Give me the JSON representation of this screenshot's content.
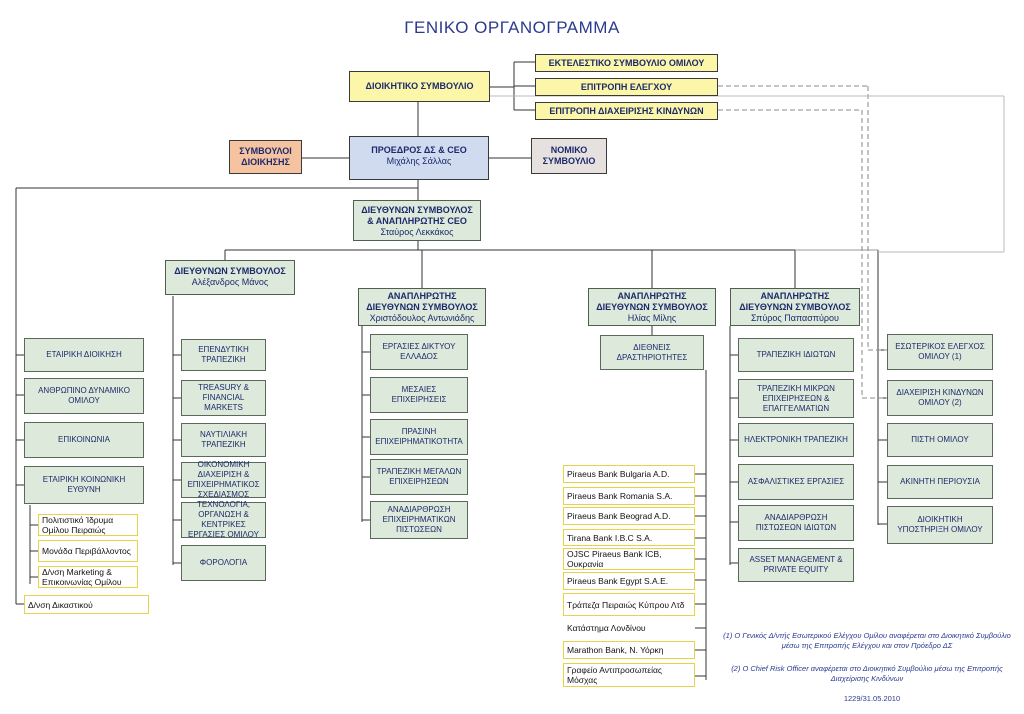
{
  "title": "ΓΕΝΙΚΟ ΟΡΓΑΝΟΓΡΑΜΜΑ",
  "board": "ΔΙΟΙΚΗΤΙΚΟ ΣΥΜΒΟΥΛΙΟ",
  "committees": [
    "ΕΚΤΕΛΕΣΤΙΚΟ ΣΥΜΒΟΥΛΙΟ ΟΜΙΛΟΥ",
    "ΕΠΙΤΡΟΠΗ ΕΛΕΓΧΟΥ",
    "ΕΠΙΤΡΟΠΗ ΔΙΑΧΕΙΡΙΣΗΣ ΚΙΝΔΥΝΩΝ"
  ],
  "advisors": "ΣΥΜΒΟΥΛΟΙ ΔΙΟΙΚΗΣΗΣ",
  "chairman": {
    "role": "ΠΡΟΕΔΡΟΣ ΔΣ & CEO",
    "name": "Μιχάλης Σάλλας"
  },
  "legal": "ΝΟΜΙΚΟ ΣΥΜΒΟΥΛΙΟ",
  "md": {
    "role": "ΔΙΕΥΘΥΝΩΝ ΣΥΜΒΟΥΛΟΣ & ΑΝΑΠΛΗΡΩΤΗΣ CEO",
    "name": "Σταύρος Λεκκάκος"
  },
  "executives": [
    {
      "role": "ΔΙΕΥΘΥΝΩΝ ΣΥΜΒΟΥΛΟΣ",
      "name": "Αλέξανδρος Μάνος"
    },
    {
      "role": "ΑΝΑΠΛΗΡΩΤΗΣ ΔΙΕΥΘΥΝΩΝ ΣΥΜΒΟΥΛΟΣ",
      "name": "Χριστόδουλος Αντωνιάδης"
    },
    {
      "role": "ΑΝΑΠΛΗΡΩΤΗΣ ΔΙΕΥΘΥΝΩΝ ΣΥΜΒΟΥΛΟΣ",
      "name": "Ηλίας Μίλης"
    },
    {
      "role": "ΑΝΑΠΛΗΡΩΤΗΣ ΔΙΕΥΘΥΝΩΝ ΣΥΜΒΟΥΛΟΣ",
      "name": "Σπύρος Παπασπύρου"
    }
  ],
  "col_left": [
    "ΕΤΑΙΡΙΚΗ ΔΙΟΙΚΗΣΗ",
    "ΑΝΘΡΩΠΙΝΟ ΔΥΝΑΜΙΚΟ ΟΜΙΛΟΥ",
    "ΕΠΙΚΟΙΝΩΝΙΑ",
    "ΕΤΑΙΡΙΚΗ ΚΟΙΝΩΝΙΚΗ ΕΥΘΥΝΗ"
  ],
  "col_left_subs": [
    "Πολιτιστικό Ίδρυμα Ομίλου Πειραιώς",
    "Μονάδα Περιβάλλοντος",
    "Δ/νση Marketing & Επικοινωνίας Ομίλου"
  ],
  "legal_dept": "Δ/νση Δικαστικού",
  "col_manos": [
    "ΕΠΕΝΔΥΤΙΚΗ ΤΡΑΠΕΖΙΚΗ",
    "TREASURY & FINANCIAL MARKETS",
    "ΝΑΥΤΙΛΙΑΚΗ ΤΡΑΠΕΖΙΚΗ",
    "ΟΙΚΟΝΟΜΙΚΗ ΔΙΑΧΕΙΡΙΣΗ & ΕΠΙΧΕΙΡΗΜΑΤΙΚΟΣ ΣΧΕΔΙΑΣΜΟΣ",
    "ΤΕΧΝΟΛΟΓΙΑ, ΟΡΓΑΝΩΣΗ & ΚΕΝΤΡΙΚΕΣ ΕΡΓΑΣΙΕΣ ΟΜΙΛΟΥ",
    "ΦΟΡΟΛΟΓΙΑ"
  ],
  "col_antoniadis": [
    "ΕΡΓΑΣΙΕΣ ΔΙΚΤΥΟΥ ΕΛΛΑΔΟΣ",
    "ΜΕΣΑΙΕΣ ΕΠΙΧΕΙΡΗΣΕΙΣ",
    "ΠΡΑΣΙΝΗ ΕΠΙΧΕΙΡΗΜΑΤΙΚΟΤΗΤΑ",
    "ΤΡΑΠΕΖΙΚΗ ΜΕΓΑΛΩΝ ΕΠΙΧΕΙΡΗΣΕΩΝ",
    "ΑΝΑΔΙΑΡΘΡΩΣΗ ΕΠΙΧΕΙΡΗΜΑΤΙΚΩΝ ΠΙΣΤΩΣΕΩΝ"
  ],
  "col_milis": [
    "ΔΙΕΘΝΕΙΣ ΔΡΑΣΤΗΡΙΟΤΗΤΕΣ"
  ],
  "international": [
    "Piraeus Bank Bulgaria A.D.",
    "Piraeus Bank Romania S.A.",
    "Piraeus Bank Beograd A.D.",
    "Tirana Bank I.B.C S.A.",
    "OJSC Piraeus Bank ICB, Ουκρανία",
    "Piraeus Bank Egypt S.A.E.",
    "Τράπεζα Πειραιώς Κύπρου Λτδ",
    "Κατάστημα Λονδίνου",
    "Marathon Bank, Ν. Υόρκη",
    "Γραφείο Αντιπροσωπείας Μόσχας"
  ],
  "col_papaspyrou": [
    "ΤΡΑΠΕΖΙΚΗ ΙΔΙΩΤΩΝ",
    "ΤΡΑΠΕΖΙΚΗ ΜΙΚΡΩΝ ΕΠΙΧΕΙΡΗΣΕΩΝ & ΕΠΑΓΓΕΛΜΑΤΙΩΝ",
    "ΗΛΕΚΤΡΟΝΙΚΗ ΤΡΑΠΕΖΙΚΗ",
    "ΑΣΦΑΛΙΣΤΙΚΕΣ ΕΡΓΑΣΙΕΣ",
    "ΑΝΑΔΙΑΡΘΡΩΣΗ ΠΙΣΤΩΣΕΩΝ ΙΔΙΩΤΩΝ",
    "ASSET MANAGEMENT & PRIVATE EQUITY"
  ],
  "col_right": [
    "ΕΣΩΤΕΡΙΚΟΣ ΕΛΕΓΧΟΣ ΟΜΙΛΟΥ (1)",
    "ΔΙΑΧΕΙΡΙΣΗ ΚΙΝΔΥΝΩΝ ΟΜΙΛΟΥ (2)",
    "ΠΙΣΤΗ ΟΜΙΛΟΥ",
    "ΑΚΙΝΗΤΗ ΠΕΡΙΟΥΣΙΑ",
    "ΔΙΟΙΚΗΤΙΚΗ ΥΠΟΣΤΗΡΙΞΗ ΟΜΙΛΟΥ"
  ],
  "notes": [
    "(1) Ο Γενικός Δ/ντής Εσωτερικού Ελέγχου Ομίλου αναφέρεται στο Διοικητικό Συμβούλιο μέσω της Επιτροπής Ελέγχου και στον Πρόεδρο ΔΣ",
    "(2) Ο Chief Risk Officer αναφέρεται στο Διοικητικό Συμβούλιο μέσω της Επιτροπής Διαχείρισης Κινδύνων"
  ],
  "doc_ref": "1229/31.05.2010",
  "colors": {
    "title": "#2b3a8f",
    "yellow": "#fbf6a8",
    "blue": "#d0dbef",
    "orange": "#f6c3a0",
    "green": "#dde9db",
    "sub_border": "#e7d34a"
  }
}
